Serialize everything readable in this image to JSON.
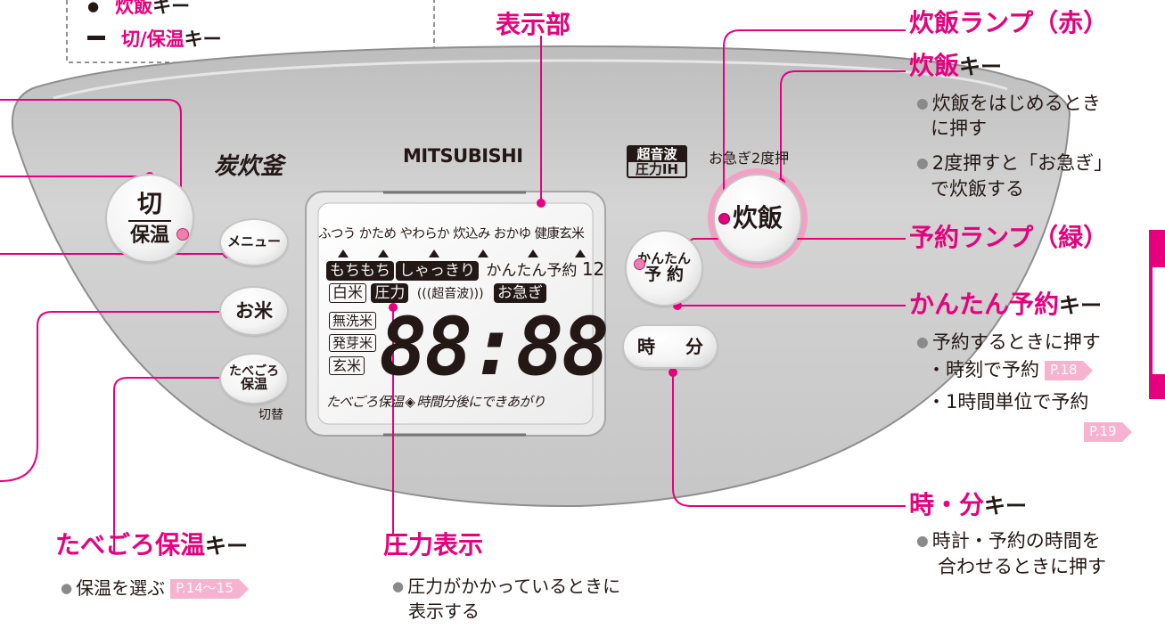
{
  "legend": {
    "dot_text": "炊飯",
    "dot_suffix": "キー",
    "dash_text": "切/保温",
    "dash_suffix": "キー"
  },
  "panel": {
    "brand": "MITSUBISHI",
    "logo": "炭炊釜",
    "badge_top": "超音波",
    "badge_bottom": "圧力IH",
    "hurry_note": "お急ぎ2度押",
    "switch_note": "切替"
  },
  "buttons": {
    "off_top": "切",
    "off_bottom": "保温",
    "menu": "メニュー",
    "rice": "お米",
    "tabegoro_top": "たべごろ",
    "tabegoro_bottom": "保温",
    "cook": "炊飯",
    "kantan_top": "かんたん",
    "kantan_bottom": "予約",
    "hour": "時",
    "minute": "分"
  },
  "lcd": {
    "menu_row": [
      "ふつう",
      "かため",
      "やわらか",
      "炊込み",
      "おかゆ",
      "健康玄米"
    ],
    "mochimochi": "もちもち",
    "shakkiri": "しゃっきり",
    "kantan_yoyaku": "かんたん予約",
    "twelve": "12",
    "hakumai": "白米",
    "atsuryoku": "圧力",
    "chouonpa": "(((超音波)))",
    "oisogi": "お急ぎ",
    "musenmai": "無洗米",
    "hatsugamai": "発芽米",
    "genmai": "玄米",
    "digits": "88:88",
    "bottom_left": "たべごろ保温",
    "bottom_right": "時間分後にできあがり"
  },
  "labels": {
    "display": "表示部",
    "cook_lamp": "炊飯ランプ（赤）",
    "cook_key": "炊飯",
    "cook_key_suffix": "キー",
    "cook_note1": "炊飯をはじめるとき",
    "cook_note1b": "に押す",
    "cook_note2": "2度押すと「お急ぎ」",
    "cook_note2b": "で炊飯する",
    "reserve_lamp": "予約ランプ（緑）",
    "kantan_key": "かんたん予約",
    "kantan_key_suffix": "キー",
    "kantan_note": "予約するときに押す",
    "kantan_sub1": "・時刻で予約",
    "kantan_ref1": "P.18",
    "kantan_sub2": "・1時間単位で予約",
    "kantan_ref2": "P.19",
    "hm_key": "時・分",
    "hm_key_suffix": "キー",
    "hm_note1": "時計・予約の時間を",
    "hm_note2": "合わせるときに押す",
    "tabegoro_key": "たべごろ保温",
    "tabegoro_key_suffix": "キー",
    "tabegoro_note": "保温を選ぶ",
    "tabegoro_ref": "P.14〜15",
    "pressure_display": "圧力表示",
    "pressure_note1": "圧力がかかっているときに",
    "pressure_note2": "表示する"
  },
  "colors": {
    "accent": "#e6007e",
    "panel": "#c9c9c9",
    "lcd": "#f2f2f2",
    "ink": "#231815"
  }
}
